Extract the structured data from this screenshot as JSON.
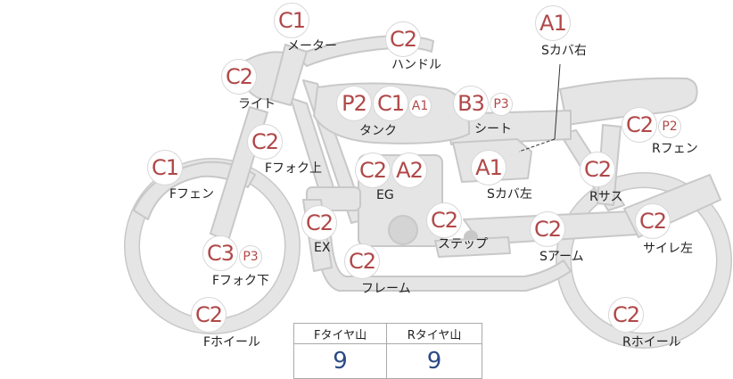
{
  "colors": {
    "part_fill": "#e5e5e5",
    "part_stroke": "#c8c8c8",
    "grade_text": "#b04848",
    "tread_value": "#2b4a86"
  },
  "parts": {
    "meter": {
      "label": "メーター",
      "grade": "C1"
    },
    "handle": {
      "label": "ハンドル",
      "grade": "C2"
    },
    "light": {
      "label": "ライト",
      "grade": "C2"
    },
    "tank": {
      "label": "タンク",
      "grades": [
        "P2",
        "C1"
      ],
      "sub": "A1"
    },
    "seat": {
      "label": "シート",
      "grade": "B3",
      "sub": "P3"
    },
    "side_cover_r": {
      "label": "Sカバ右",
      "grade": "A1"
    },
    "rear_fender": {
      "label": "Rフェン",
      "grade": "C2",
      "sub": "P2"
    },
    "fork_upper": {
      "label": "Fフォク上",
      "grade": "C2"
    },
    "front_fender": {
      "label": "Fフェン",
      "grade": "C1"
    },
    "engine": {
      "label": "EG",
      "grades": [
        "C2",
        "A2"
      ]
    },
    "side_cover_l": {
      "label": "Sカバ左",
      "grade": "A1"
    },
    "rear_susp": {
      "label": "Rサス",
      "grade": "C2"
    },
    "exhaust": {
      "label": "EX",
      "grade": "C2"
    },
    "step": {
      "label": "ステップ",
      "grade": "C2"
    },
    "swing_arm": {
      "label": "Sアーム",
      "grade": "C2"
    },
    "muffler_l": {
      "label": "サイレ左",
      "grade": "C2"
    },
    "fork_lower": {
      "label": "Fフォク下",
      "grade": "C3",
      "sub": "P3"
    },
    "frame": {
      "label": "フレーム",
      "grade": "C2"
    },
    "front_wheel": {
      "label": "Fホイール",
      "grade": "C2"
    },
    "rear_wheel": {
      "label": "Rホイール",
      "grade": "C2"
    }
  },
  "tread": {
    "front_header": "Fタイヤ山",
    "rear_header": "Rタイヤ山",
    "front_value": "9",
    "rear_value": "9"
  }
}
